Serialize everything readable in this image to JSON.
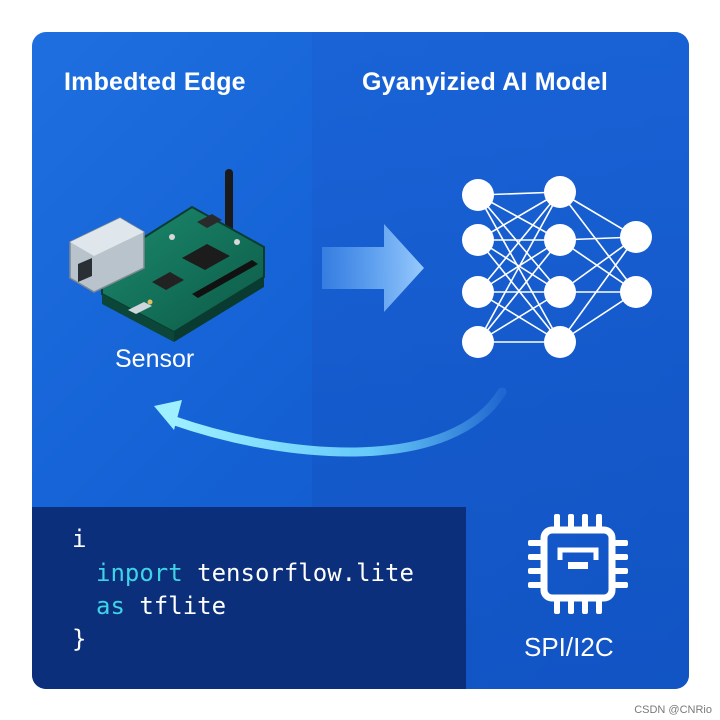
{
  "headings": {
    "left": "Imbedted Edge",
    "right": "Gyanyizied AI Model"
  },
  "sensor": {
    "label": "Sensor"
  },
  "code": {
    "line1": "i",
    "line2_keyword": "inport",
    "line2_rest": " tensorflow.lite",
    "line3_keyword": "as",
    "line3_rest": " tflite",
    "line4": "}"
  },
  "chip": {
    "label": "SPI/I2C",
    "icon": "chip-icon"
  },
  "watermark": "CSDN @CNRio",
  "colors": {
    "background": "#1563d6",
    "code_bg": "#0b2f7a",
    "keyword": "#3fd3e6",
    "text": "#ffffff"
  }
}
